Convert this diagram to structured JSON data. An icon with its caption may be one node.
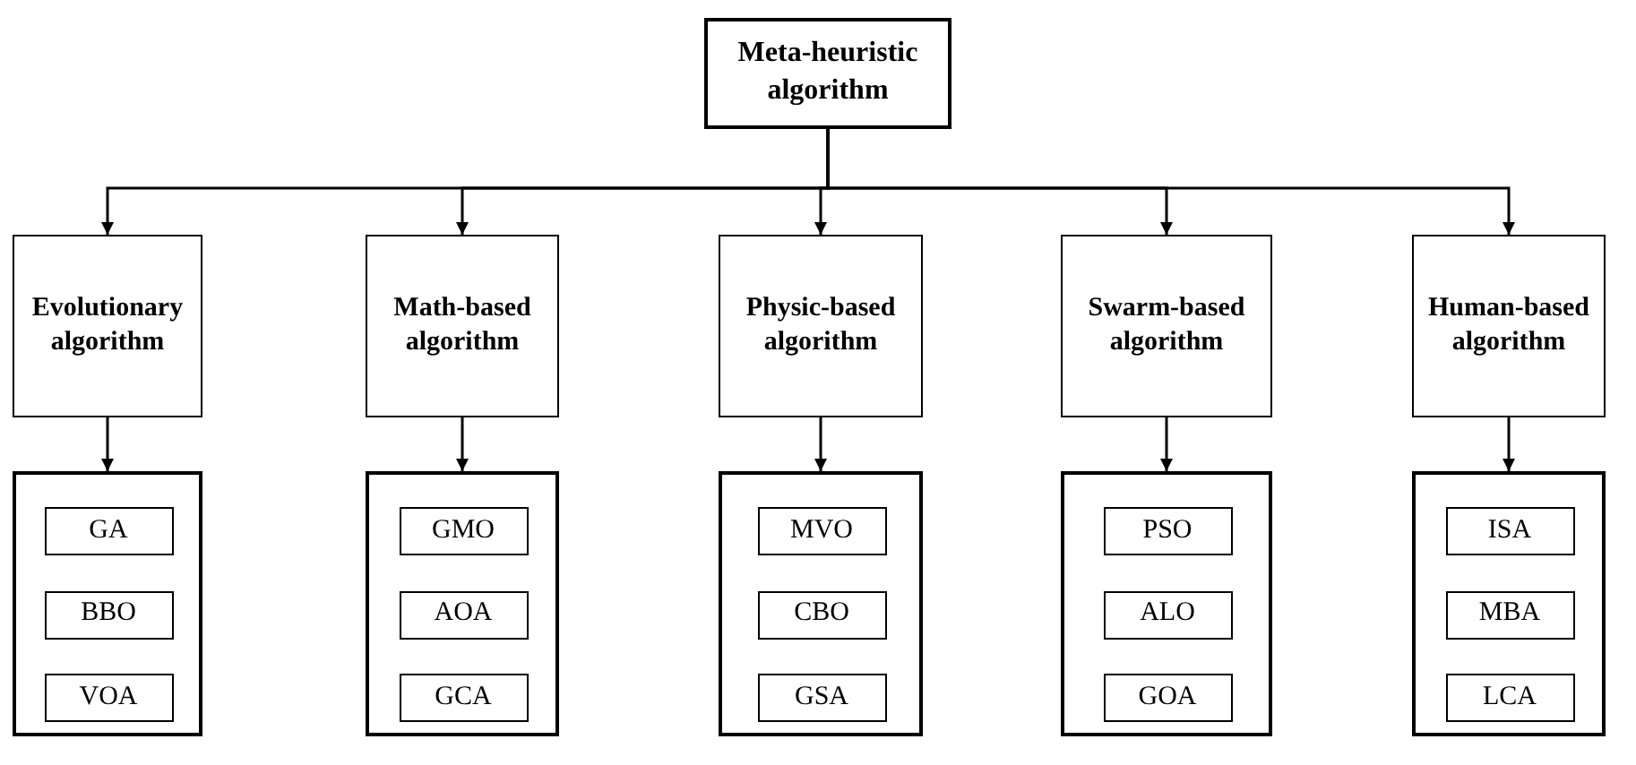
{
  "diagram": {
    "nodes": [
      {
        "text": [
          "Meta-heuristic algorithm"
        ]
      },
      {
        "text": [
          "Evolutionary algorithm"
        ]
      },
      {
        "text": [
          "Math-based algorithm"
        ]
      },
      {
        "text": [
          "Physic-based algorithm"
        ]
      },
      {
        "text": [
          "Swarm-based algorithm"
        ]
      },
      {
        "text": [
          "Human-based algorithm"
        ]
      },
      {
        "text": [],
        "shape": "box"
      },
      {
        "text": [
          "GA"
        ],
        "in": 6
      },
      {
        "text": [
          "BBO"
        ],
        "in": 6
      },
      {
        "text": [
          "VOA"
        ],
        "in": 6
      },
      {
        "text": [],
        "shape": "box"
      },
      {
        "text": [
          "GMO"
        ],
        "in": 10
      },
      {
        "text": [
          "AOA"
        ],
        "in": 10
      },
      {
        "text": [
          "GCA"
        ],
        "in": 10
      },
      {
        "text": [],
        "shape": "box"
      },
      {
        "text": [
          "MVO"
        ],
        "in": 14
      },
      {
        "text": [
          "CBO"
        ],
        "in": 14
      },
      {
        "text": [
          "GSA"
        ],
        "in": 14
      },
      {
        "text": [],
        "shape": "box"
      },
      {
        "text": [
          "PSO"
        ],
        "in": 18
      },
      {
        "text": [
          "ALO"
        ],
        "in": 18
      },
      {
        "text": [
          "GOA"
        ],
        "in": 18
      },
      {
        "text": [],
        "shape": "box"
      },
      {
        "text": [
          "ISA"
        ],
        "in": 22
      },
      {
        "text": [
          "MBA"
        ],
        "in": 22
      },
      {
        "text": [
          "LCA"
        ],
        "in": 22
      }
    ],
    "edges": [
      {
        "from": 0,
        "to": 1,
        "arrow": "to"
      },
      {
        "from": 0,
        "to": 2,
        "arrow": "to"
      },
      {
        "from": 0,
        "to": 3,
        "arrow": "to"
      },
      {
        "from": 0,
        "to": 4,
        "arrow": "to"
      },
      {
        "from": 0,
        "to": 5,
        "arrow": "to"
      },
      {
        "from": 1,
        "to": 6,
        "arrow": "to"
      },
      {
        "from": 2,
        "to": 10,
        "arrow": "to"
      },
      {
        "from": 3,
        "to": 14,
        "arrow": "to"
      },
      {
        "from": 4,
        "to": 18,
        "arrow": "to"
      },
      {
        "from": 5,
        "to": 22,
        "arrow": "to"
      }
    ]
  }
}
